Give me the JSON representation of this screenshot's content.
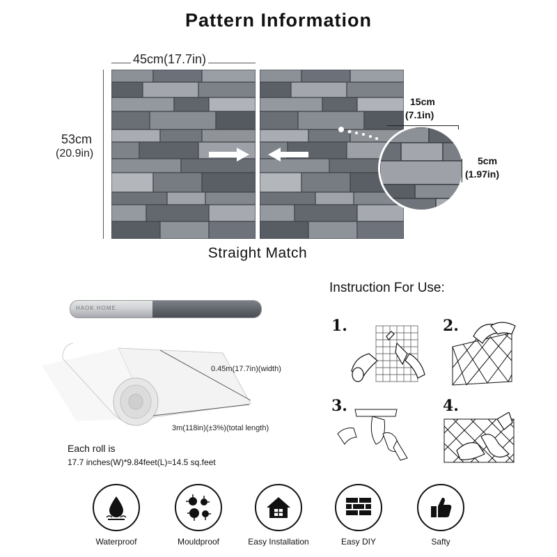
{
  "title": "Pattern Information",
  "pattern": {
    "width_label": "45cm(17.7in)",
    "height_label_cm": "53cm",
    "height_label_in": "(20.9in)",
    "brick_length_cm": "15cm",
    "brick_length_in": "(7.1in)",
    "brick_height_cm": "5cm",
    "brick_height_in": "(1.97in)",
    "match_label": "Straight Match"
  },
  "roll": {
    "brand_text": "HAOK HOME",
    "width_label": "0.45m(17.7in)(width)",
    "length_label": "3m(118in)(±3%)(total length)",
    "each_roll_title": "Each roll is",
    "each_roll_detail": "17.7 inches(W)*9.84feet(L)≈14.5 sq.feet"
  },
  "instructions": {
    "title": "Instruction For Use:",
    "steps": [
      "1.",
      "2.",
      "3.",
      "4."
    ]
  },
  "features": [
    {
      "label": "Waterproof",
      "icon": "water-drop-icon"
    },
    {
      "label": "Mouldproof",
      "icon": "mould-spores-icon"
    },
    {
      "label": "Easy Installation",
      "icon": "house-icon"
    },
    {
      "label": "Easy DIY",
      "icon": "bricks-icon"
    },
    {
      "label": "Safty",
      "icon": "thumbs-up-icon"
    }
  ]
}
